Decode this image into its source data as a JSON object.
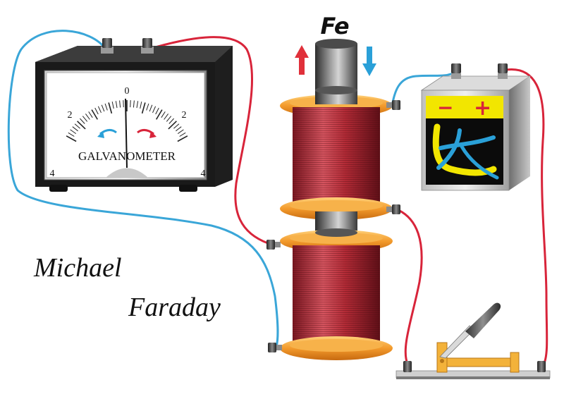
{
  "core_label": "Fe",
  "galvanometer": {
    "label": "GALVANOMETER",
    "scale": {
      "center": "0",
      "left_inner": "2",
      "right_inner": "2",
      "left_outer": "4",
      "right_outer": "4"
    }
  },
  "battery": {
    "negative": "−",
    "positive": "+"
  },
  "signature": {
    "line1": "Michael",
    "line2": "Faraday"
  },
  "colors": {
    "wire_blue": "#3aa6d8",
    "wire_red": "#d8243a",
    "coil": "#b7333c",
    "flange": "#f3a53a",
    "battery_label": "#f2e600",
    "arrow_up": "#e0303a",
    "arrow_down": "#2aa0d8"
  }
}
